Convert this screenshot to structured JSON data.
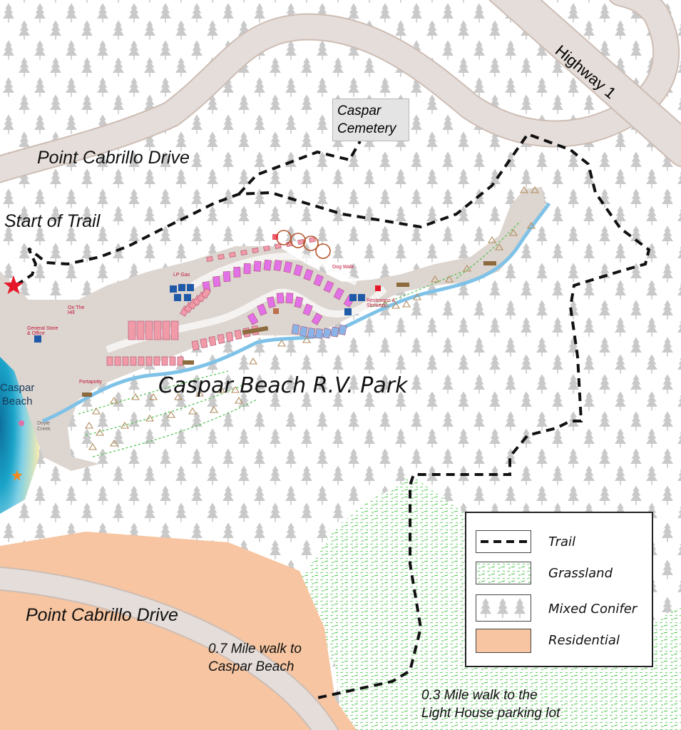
{
  "map": {
    "labels": {
      "road_north": "Point Cabrillo Drive",
      "road_south": "Point Cabrillo Drive",
      "highway": "Highway 1",
      "cemetery": "Caspar\nCemetery",
      "trail_start": "Start of Trail",
      "park": "Caspar Beach R.V. Park",
      "beach": "Caspar\nBeach",
      "creek": "Doyle\nCreek",
      "walk_beach": "0.7 Mile walk to\nCaspar Beach",
      "walk_lighthouse": "0.3 Mile walk to the\nLight House parking lot"
    },
    "small_labels": {
      "lp_gas": "LP Gas",
      "on_the_hill": "On The\nHill",
      "portapotty": "Portapotty",
      "dog_walk": "Dog Walk",
      "general_store": "General Store\n& Office",
      "restrooms": "Restrooms &\nShowers"
    },
    "colors": {
      "road": "#e5ddd9",
      "road_edge": "#cdbdb4",
      "residential": "#f7c5a1",
      "grassland": "#3fbf3f",
      "conifer": "#c8c8c8",
      "trail": "#111111",
      "creek": "#7fc2e8",
      "ocean": "#1aa3c8",
      "beach_sand": "#f5ebb0",
      "site_pink": "#f19aa8",
      "site_magenta": "#e271e8",
      "site_blue": "#8ab4e8",
      "start_star": "#e5182b"
    }
  },
  "legend": {
    "items": [
      {
        "label": "Trail",
        "swatch": "trail-swatch"
      },
      {
        "label": "Grassland",
        "swatch": "grassland-swatch"
      },
      {
        "label": "Mixed Conifer",
        "swatch": "conifer-swatch"
      },
      {
        "label": "Residential",
        "swatch": "residential-swatch"
      }
    ]
  }
}
